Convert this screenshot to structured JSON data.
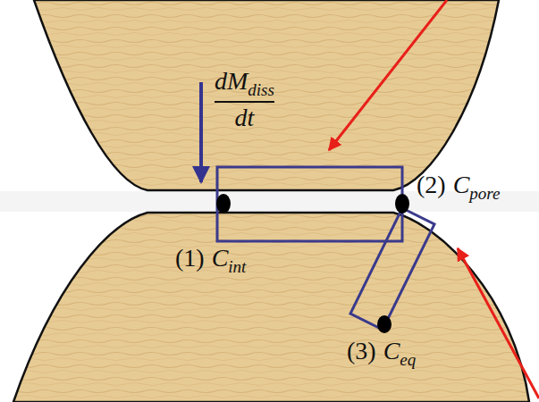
{
  "diagram": {
    "labels": [
      "dM",
      "diss",
      "dt",
      "(1)",
      "C",
      "int",
      "(2)",
      "C",
      "pore",
      "(3)",
      "C",
      "eq"
    ]
  }
}
